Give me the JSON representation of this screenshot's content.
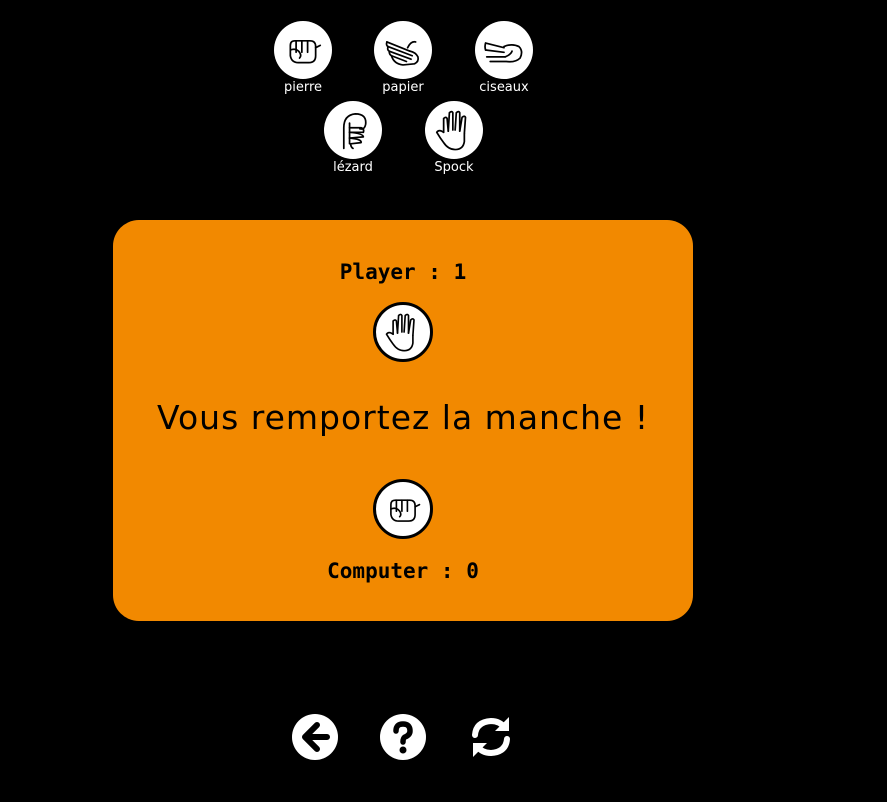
{
  "choices": [
    {
      "label": "pierre",
      "icon": "fist-icon"
    },
    {
      "label": "papier",
      "icon": "open-hand-icon"
    },
    {
      "label": "ciseaux",
      "icon": "scissors-hand-icon"
    },
    {
      "label": "lézard",
      "icon": "lizard-hand-icon"
    },
    {
      "label": "Spock",
      "icon": "spock-hand-icon"
    }
  ],
  "board": {
    "player_score_text": "Player : 1",
    "computer_score_text": "Computer : 0",
    "result_text": "Vous remportez la manche !",
    "player_choice_icon": "spock-hand-icon",
    "computer_choice_icon": "fist-icon",
    "background": "#f28900"
  },
  "controls": {
    "back_icon": "arrow-left-circle-icon",
    "help_icon": "question-circle-icon",
    "restart_icon": "refresh-icon"
  }
}
